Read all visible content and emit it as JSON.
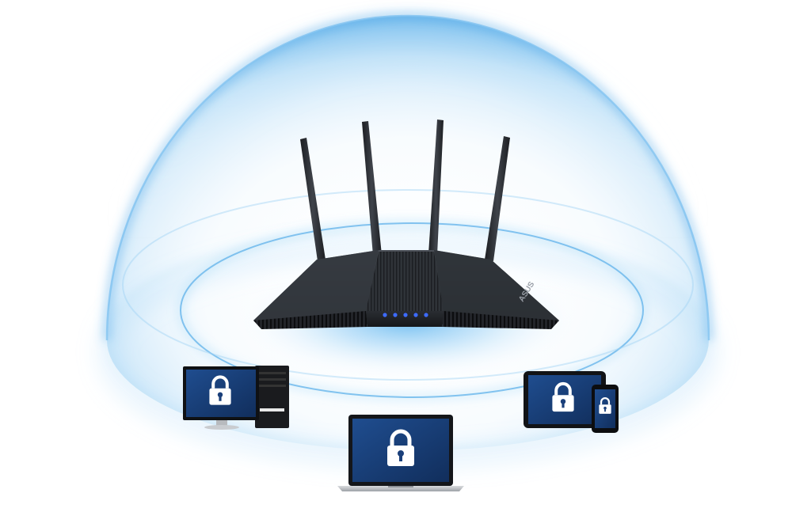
{
  "scene": {
    "background": "#ffffff",
    "dome_color": "#5aaee8",
    "dome_edge_color": "#4a9fe0",
    "glow_color": "#7cc6f2",
    "router": {
      "body_color": "#25282d",
      "top_color": "#3a3e45",
      "led_color": "#3d6bff",
      "led_count": 5,
      "antenna_count": 4,
      "brand_mark": "ASUS"
    },
    "devices": [
      {
        "name": "desktop-computer",
        "screen_color": "#163a72",
        "icon": "lock-icon"
      },
      {
        "name": "laptop",
        "screen_color": "#163a72",
        "icon": "lock-icon"
      },
      {
        "name": "tablet",
        "screen_color": "#163a72",
        "icon": "lock-icon"
      },
      {
        "name": "smartphone",
        "screen_color": "#163a72",
        "icon": "lock-icon"
      }
    ]
  }
}
